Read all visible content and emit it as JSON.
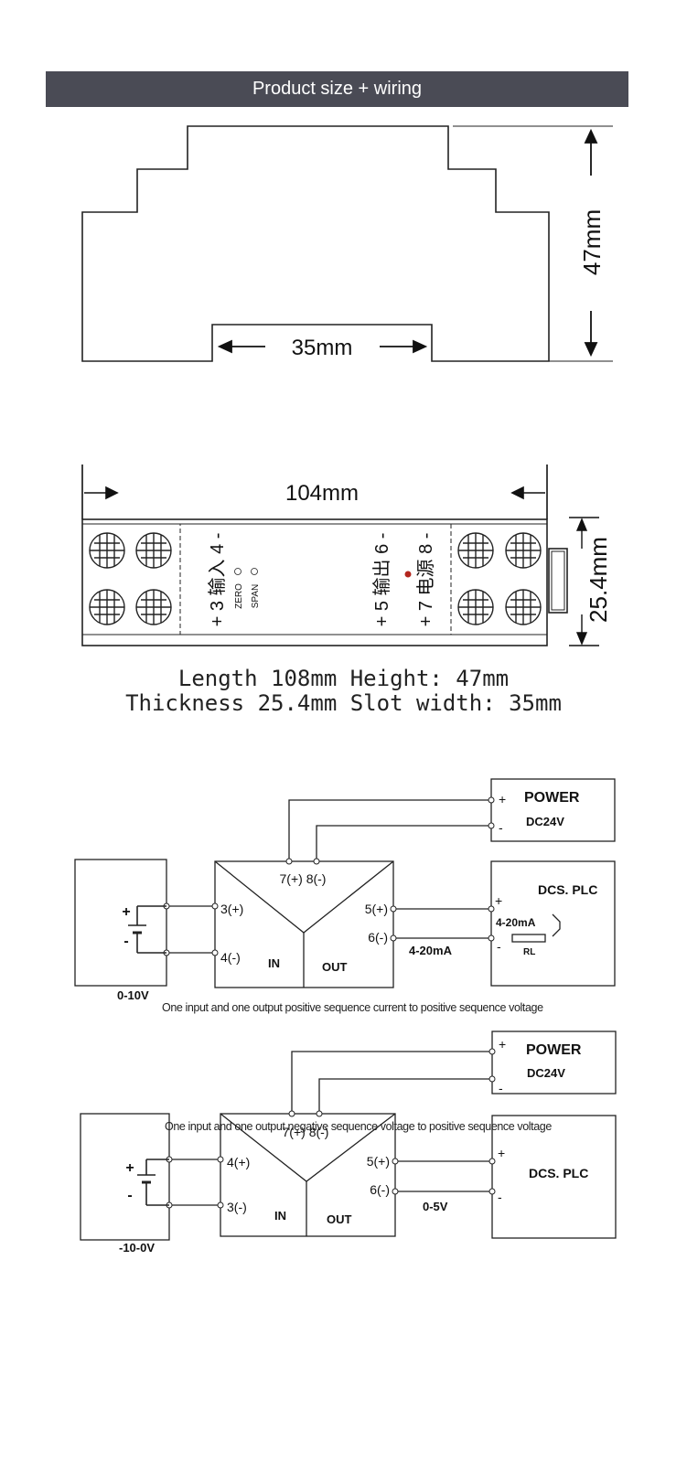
{
  "header": {
    "title": "Product size + wiring"
  },
  "side_view": {
    "height_label": "47mm",
    "slot_label": "35mm"
  },
  "top_view": {
    "width_label": "104mm",
    "depth_label": "25.4mm",
    "input_label": "+ 3 输入 4 -",
    "output_label": "+ 5 输出 6 -",
    "power_label": "+ 7 电源 8 -",
    "zero_label": "ZERO",
    "span_label": "SPAN"
  },
  "specs": {
    "line1": "Length 108mm Height: 47mm",
    "line2": "Thickness 25.4mm Slot width: 35mm"
  },
  "diagram1": {
    "power_label": "POWER",
    "power_voltage": "DC24V",
    "plus": "+",
    "minus": "-",
    "terminal_power": "7(+) 8(-)",
    "terminal_in_plus": "3(+)",
    "terminal_in_minus": "4(-)",
    "terminal_out_plus": "5(+)",
    "terminal_out_minus": "6(-)",
    "in_label": "IN",
    "out_label": "OUT",
    "load_label": "DCS. PLC",
    "current_loop": "4-20mA",
    "resistor": "RL",
    "wire_signal": "4-20mA",
    "source_range": "0-10V",
    "caption": "One input and one output positive sequence current to positive sequence voltage"
  },
  "diagram2": {
    "power_label": "POWER",
    "power_voltage": "DC24V",
    "plus": "+",
    "minus": "-",
    "terminal_power": "7(+) 8(-)",
    "terminal_in_plus": "4(+)",
    "terminal_in_minus": "3(-)",
    "terminal_out_plus": "5(+)",
    "terminal_out_minus": "6(-)",
    "in_label": "IN",
    "out_label": "OUT",
    "load_label": "DCS. PLC",
    "wire_signal": "0-5V",
    "source_range": "-10-0V",
    "caption": "One input and one output negative sequence voltage to positive sequence voltage"
  }
}
